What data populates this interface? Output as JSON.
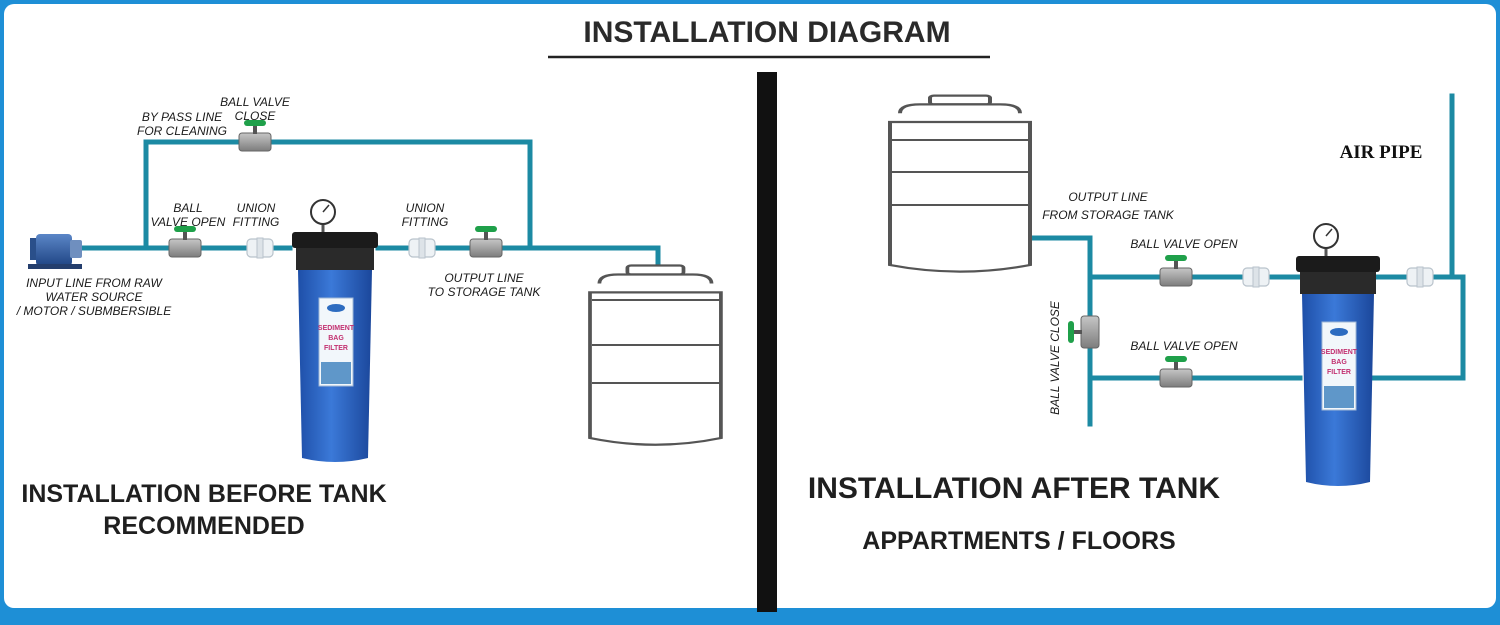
{
  "title": "INSTALLATION DIAGRAM",
  "left": {
    "labels": {
      "bypass_1": "BY PASS LINE",
      "bypass_2": "FOR CLEANING",
      "ballclose_1": "BALL VALVE",
      "ballclose_2": "CLOSE",
      "ballopen_1": "BALL",
      "ballopen_2": "VALVE OPEN",
      "union1_1": "UNION",
      "union1_2": "FITTING",
      "union2_1": "UNION",
      "union2_2": "FITTING",
      "input_1": "INPUT LINE FROM RAW",
      "input_2": "WATER SOURCE",
      "input_3": "/ MOTOR / SUBMBERSIBLE",
      "output_1": "OUTPUT LINE",
      "output_2": "TO STORAGE TANK"
    },
    "heading_1": "INSTALLATION BEFORE TANK",
    "heading_2": "RECOMMENDED"
  },
  "right": {
    "labels": {
      "air_pipe": "AIR PIPE",
      "output_1": "OUTPUT LINE",
      "output_2": "FROM STORAGE TANK",
      "ballopen_top": "BALL VALVE OPEN",
      "ballopen_bottom": "BALL VALVE OPEN",
      "ballclose_vertical": "BALL VALVE CLOSE"
    },
    "heading_1": "INSTALLATION AFTER TANK",
    "heading_2": "APPARTMENTS / FLOORS"
  },
  "filter_label": {
    "line1": "SEDIMENT",
    "line2": "BAG",
    "line3": "FILTER"
  },
  "colors": {
    "frame": "#1e8fd6",
    "pipe": "#1c8aa3",
    "filter_body": "#2a63c4",
    "valve_handle": "#1fa04a",
    "valve_body": "#9a9a9a",
    "divider": "#111111"
  }
}
